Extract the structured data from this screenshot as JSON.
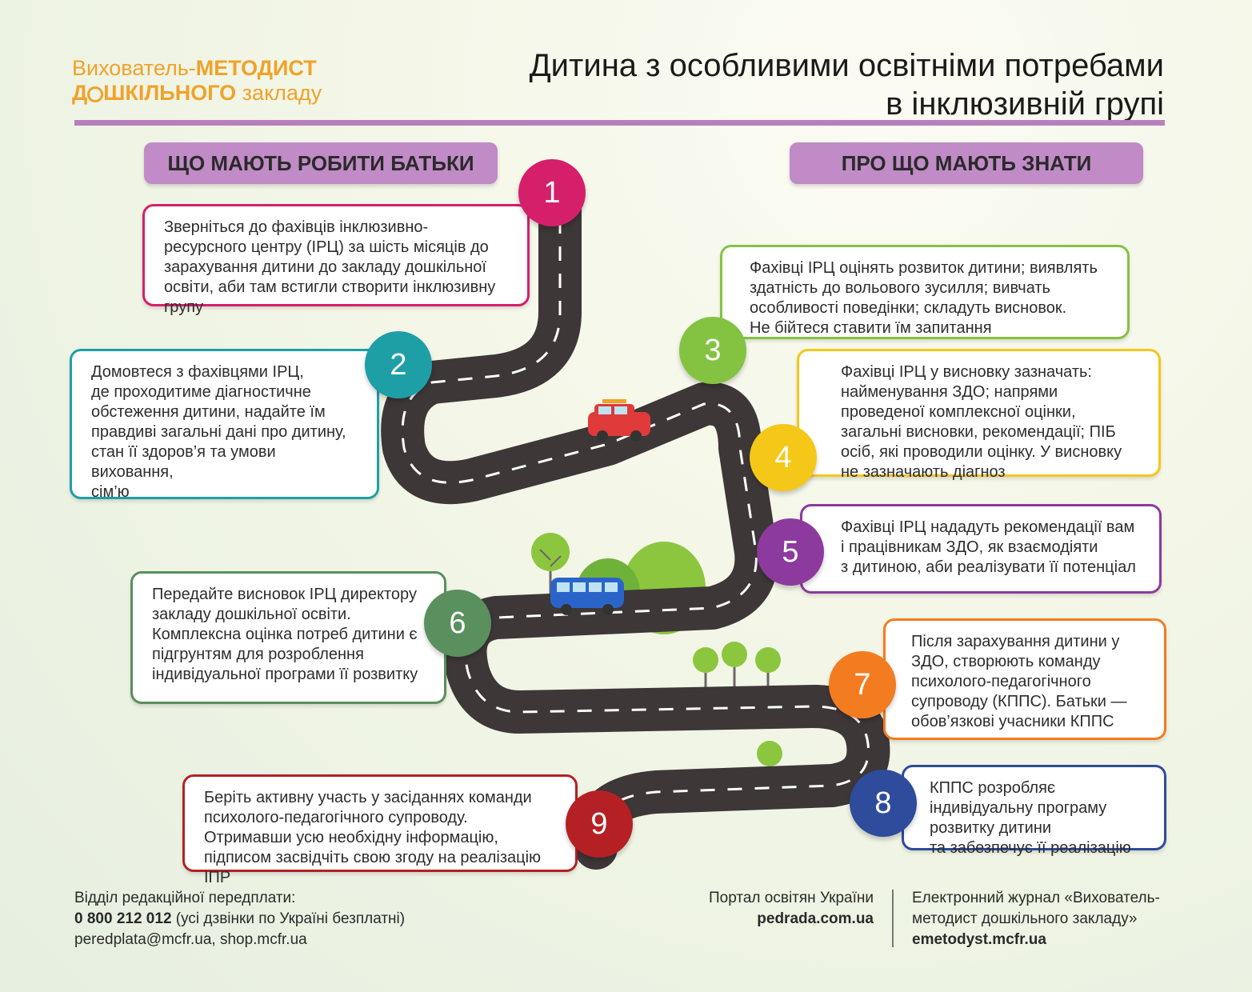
{
  "logo": {
    "line1_regular": "Вихователь-",
    "line1_bold": "МЕТОДИСТ",
    "line2_bold_a": "Д",
    "line2_bold_b": "ШКІЛЬНОГО",
    "line2_regular": " закладу"
  },
  "title": {
    "line1": "Дитина з особливими освітніми потребами",
    "line2": "в інклюзивній групі"
  },
  "headers": {
    "left": "ЩО МАЮТЬ РОБИТИ БАТЬКИ",
    "right": "ПРО ЩО МАЮТЬ ЗНАТИ"
  },
  "steps": [
    {
      "num": "1",
      "color": "#d61f6a",
      "text": "Зверніться до фахівців інклюзивно-ресурсного центру (ІРЦ) за шість місяців до зарахування дитини до закладу дошкільної освіти, аби там встигли створити інклюзивну групу"
    },
    {
      "num": "2",
      "color": "#1e9fa6",
      "text": "Домовтеся з фахівцями ІРЦ,\nде проходитиме діагностичне\nобстеження дитини, надайте їм\nправдиві загальні дані про дитину,\nстан її здоров’я та умови виховання,\nсім’ю"
    },
    {
      "num": "3",
      "color": "#84c341",
      "text": "Фахівці ІРЦ оцінять розвиток дитини; виявлять здатність до вольового зусилля; вивчать особливості поведінки; складуть висновок.\nНе бійтеся ставити їм запитання"
    },
    {
      "num": "4",
      "color": "#f5c718",
      "text": "Фахівці ІРЦ у висновку зазначать: найменування ЗДО; напрями проведеної комплексної оцінки, загальні висновки, рекомендації; ПІБ осіб, які проводили оцінку. У висновку не зазначають діагноз"
    },
    {
      "num": "5",
      "color": "#8c3a9d",
      "text": "Фахівці ІРЦ нададуть рекомендації вам\nі працівникам ЗДО, як взаємодіяти\nз дитиною, аби реалізувати її потенціал"
    },
    {
      "num": "6",
      "color": "#5a8f5e",
      "text": "Передайте висновок ІРЦ директору закладу дошкільної освіти. Комплексна оцінка потреб дитини є підгрунтям для розроблення індивідуальної програми її розвитку"
    },
    {
      "num": "7",
      "color": "#f47c20",
      "text": "Після зарахування дитини у ЗДО, створюють команду психолого-педагогічного супроводу (КППС). Батьки — обов’язкові учасники КППС"
    },
    {
      "num": "8",
      "color": "#2e4c9b",
      "text": "КППС розробляє індивідуальну програму розвитку дитини\nта забезпечує її реалізацію"
    },
    {
      "num": "9",
      "color": "#b52024",
      "text": "Беріть активну участь у засіданнях команди психолого-педагогічного супроводу. Отримавши усю необхідну інформацію, підписом засвідчіть свою згоду на реалізацію ІПР"
    }
  ],
  "footer": {
    "left_line1": "Відділ редакційної передплати:",
    "phone": "0 800 212 012",
    "phone_note": " (усі дзвінки по Україні безплатні)",
    "left_line3": "peredplata@mcfr.ua, shop.mcfr.ua",
    "mid_line1": "Портал освітян України",
    "mid_line2": "pedrada.com.ua",
    "right_line1": "Електронний журнал «Вихователь-",
    "right_line2": "методист дошкільного закладу»",
    "right_line3": "emetodyst.mcfr.ua"
  },
  "colors": {
    "road": "#3d3738",
    "pill": "#c08bc6",
    "rule": "#b87fbd",
    "logo": "#f0a22a"
  }
}
